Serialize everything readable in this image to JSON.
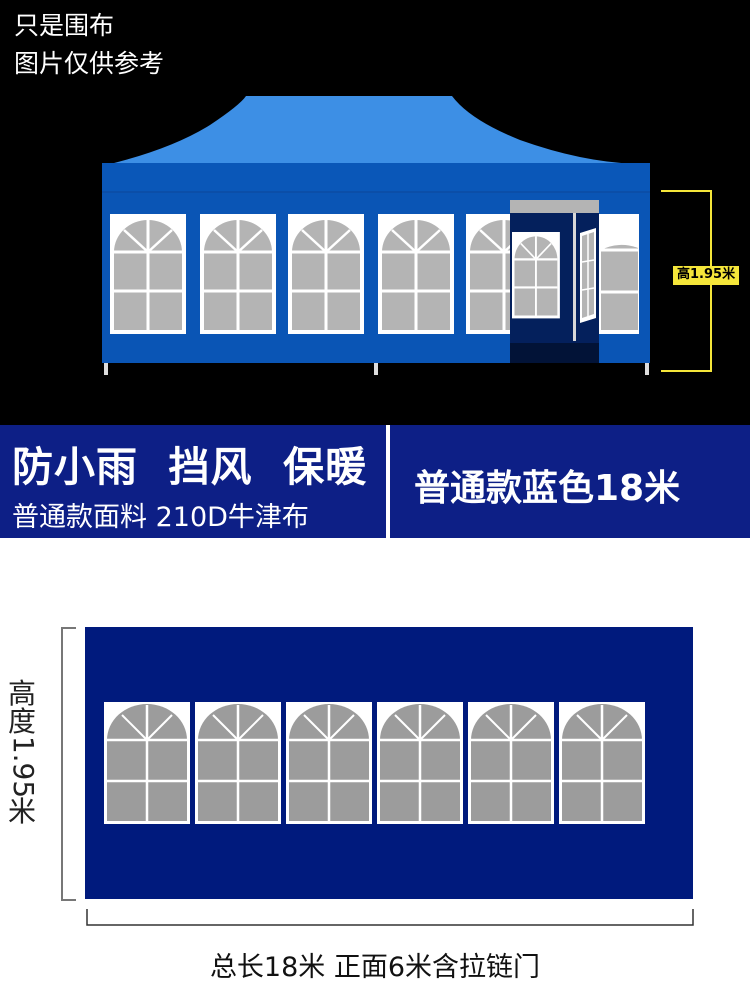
{
  "top_note": {
    "line1": "只是围布",
    "line2": "图片仅供参考"
  },
  "tent_illustration": {
    "height_tag": "高1.95米",
    "colors": {
      "roof": "#3d8fe5",
      "wall": "#0a55b5",
      "wall_band": "#0955b3",
      "door_interior": "#04205c",
      "window_glass": "#b4b4b4",
      "window_frame": "#ffffff",
      "measure_line": "#f5e63a"
    },
    "window_count": 7
  },
  "banner_left": {
    "title": "防小雨  挡风  保暖",
    "subtitle": "普通款面料 210D牛津布"
  },
  "banner_right": {
    "title": "普通款蓝色18米"
  },
  "panel": {
    "height_label_chars": [
      "高",
      "度",
      "1.95",
      "米"
    ],
    "window_count": 6,
    "caption": "总长18米 正面6米含拉链门",
    "colors": {
      "panel": "#001a7d",
      "window_glass": "#9c9c9c",
      "window_frame": "#ffffff",
      "bracket": "#777777"
    }
  }
}
